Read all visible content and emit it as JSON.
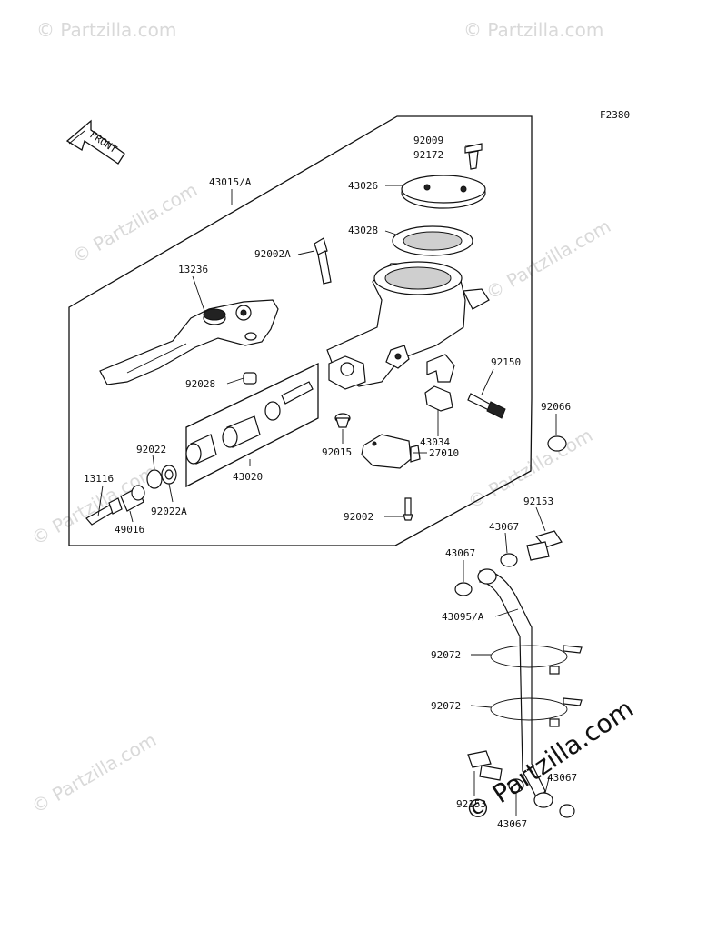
{
  "figure_code": "F2380",
  "front_label": "FRONT",
  "watermark": "© Partzilla.com",
  "watermark_bold": "© Partzilla.com",
  "labels": {
    "p92009": "92009",
    "p92172": "92172",
    "p43026": "43026",
    "p43015A": "43015/A",
    "p43028": "43028",
    "p92002A": "92002A",
    "p13236": "13236",
    "p92150": "92150",
    "p92066": "92066",
    "p92028": "92028",
    "p43034": "43034",
    "p27010": "27010",
    "p92015": "92015",
    "p92022": "92022",
    "p43020": "43020",
    "p13116": "13116",
    "p92022A": "92022A",
    "p49016": "49016",
    "p92002": "92002",
    "p92153a": "92153",
    "p43067a": "43067",
    "p43067b": "43067",
    "p43095A": "43095/A",
    "p92072a": "92072",
    "p92072b": "92072",
    "p92153b": "92153",
    "p43067c": "43067",
    "p43067d": "43067"
  }
}
